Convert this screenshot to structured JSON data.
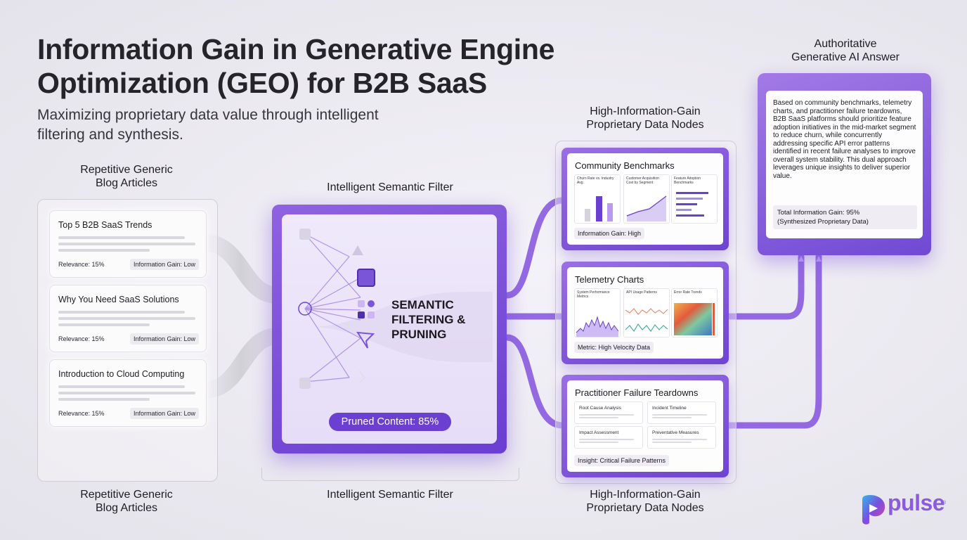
{
  "header": {
    "title_line1": "Information Gain in Generative Engine",
    "title_line2": "Optimization (GEO) for B2B SaaS",
    "subtitle_line1": "Maximizing proprietary data value through intelligent",
    "subtitle_line2": "filtering and synthesis."
  },
  "columns": {
    "generic": {
      "line1": "Repetitive Generic",
      "line2": "Blog Articles"
    },
    "filter": {
      "label": "Intelligent Semantic Filter"
    },
    "nodes": {
      "line1": "High-Information-Gain",
      "line2": "Proprietary Data Nodes"
    },
    "answer": {
      "line1": "Authoritative",
      "line2": "Generative AI Answer"
    }
  },
  "articles": [
    {
      "title": "Top 5 B2B SaaS Trends",
      "relevance": "Relevance: 15%",
      "gain": "Information Gain: Low"
    },
    {
      "title": "Why You Need SaaS Solutions",
      "relevance": "Relevance: 15%",
      "gain": "Information Gain: Low"
    },
    {
      "title": "Introduction to Cloud Computing",
      "relevance": "Relevance: 15%",
      "gain": "Information Gain: Low"
    }
  ],
  "filter": {
    "text_line1": "SEMANTIC",
    "text_line2": "FILTERING &",
    "text_line3": "PRUNING",
    "pruned": "Pruned Content: 85%"
  },
  "nodes": [
    {
      "title": "Community Benchmarks",
      "charts": [
        "Churn Rate vs. Industry Avg.",
        "Customer Acquisition Cost by Segment",
        "Feature Adoption Benchmarks"
      ],
      "tag": "Information Gain: High"
    },
    {
      "title": "Telemetry Charts",
      "charts": [
        "System Performance Metrics",
        "API Usage Patterns",
        "Error Rate Trends"
      ],
      "tag": "Metric: High Velocity Data"
    },
    {
      "title": "Practitioner Failure Teardowns",
      "cells": [
        "Root Cause Analysis",
        "Incident Timeline",
        "Impact Assessment",
        "Preventative Measures"
      ],
      "tag": "Insight: Critical Failure Patterns"
    }
  ],
  "answer": {
    "text": "Based on community benchmarks, telemetry charts, and practitioner failure teardowns, B2B SaaS platforms should prioritize feature adoption initiatives in the mid-market segment to reduce churn, while concurrently addressing specific API error patterns identified in recent failure analyses to improve overall system stability. This dual approach leverages unique insights to deliver superior value.",
    "gain_line1": "Total Information Gain: 95%",
    "gain_line2": "(Synthesized Proprietary Data)"
  },
  "logo": {
    "word": "pulse",
    "reg": "®"
  },
  "colors": {
    "accent": "#6b3fd0",
    "accent_light": "#9a6fe4",
    "flow_grey": "#d8d6dd"
  }
}
